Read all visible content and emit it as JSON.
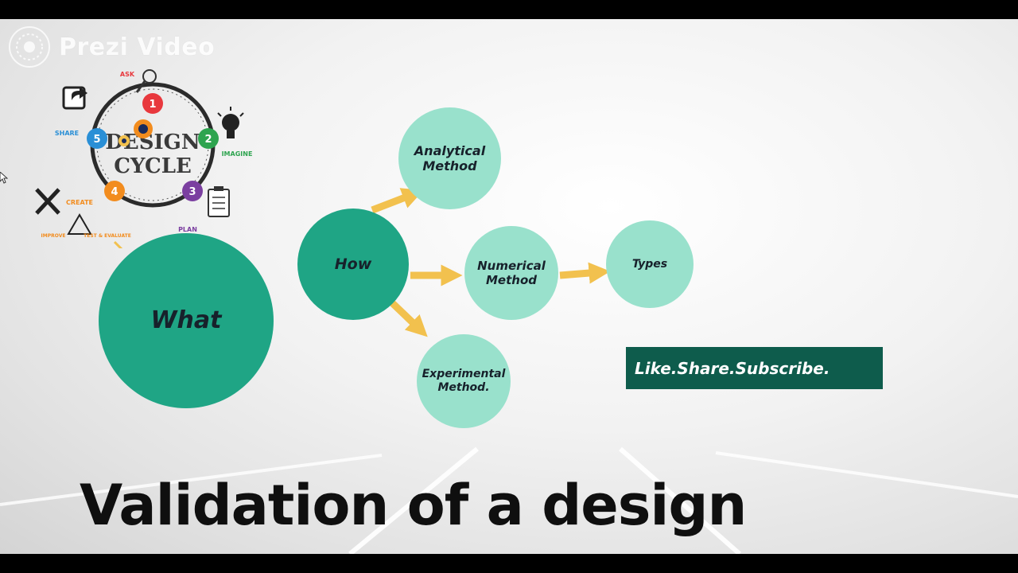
{
  "watermark": {
    "text": "Prezi Video"
  },
  "design_cycle": {
    "title_line1": "DESIGN",
    "title_line2": "CYCLE",
    "steps": [
      {
        "num": "1",
        "label": "ASK",
        "color": "#e8383d"
      },
      {
        "num": "2",
        "label": "IMAGINE",
        "color": "#2ea44f"
      },
      {
        "num": "3",
        "label": "PLAN",
        "color": "#7b3fa0"
      },
      {
        "num": "4",
        "label": "CREATE",
        "color": "#f28c1e"
      },
      {
        "num": "5",
        "label": "SHARE",
        "color": "#2a8fd6"
      }
    ],
    "sub_improve": "IMPROVE",
    "sub_test": "TEST & EVALUATE"
  },
  "nodes": {
    "what": "What",
    "how": "How",
    "analytical": "Analytical Method",
    "numerical": "Numerical Method",
    "experimental": "Experimental Method.",
    "types": "Types"
  },
  "banner": {
    "text": "Like.Share.Subscribe."
  },
  "title": "Validation of a design",
  "colors": {
    "node_dark": "#1fa585",
    "node_light": "#99e1cc",
    "arrow": "#f2c14e",
    "banner_bg": "#0e5c4c",
    "title": "#0f0f0f"
  }
}
